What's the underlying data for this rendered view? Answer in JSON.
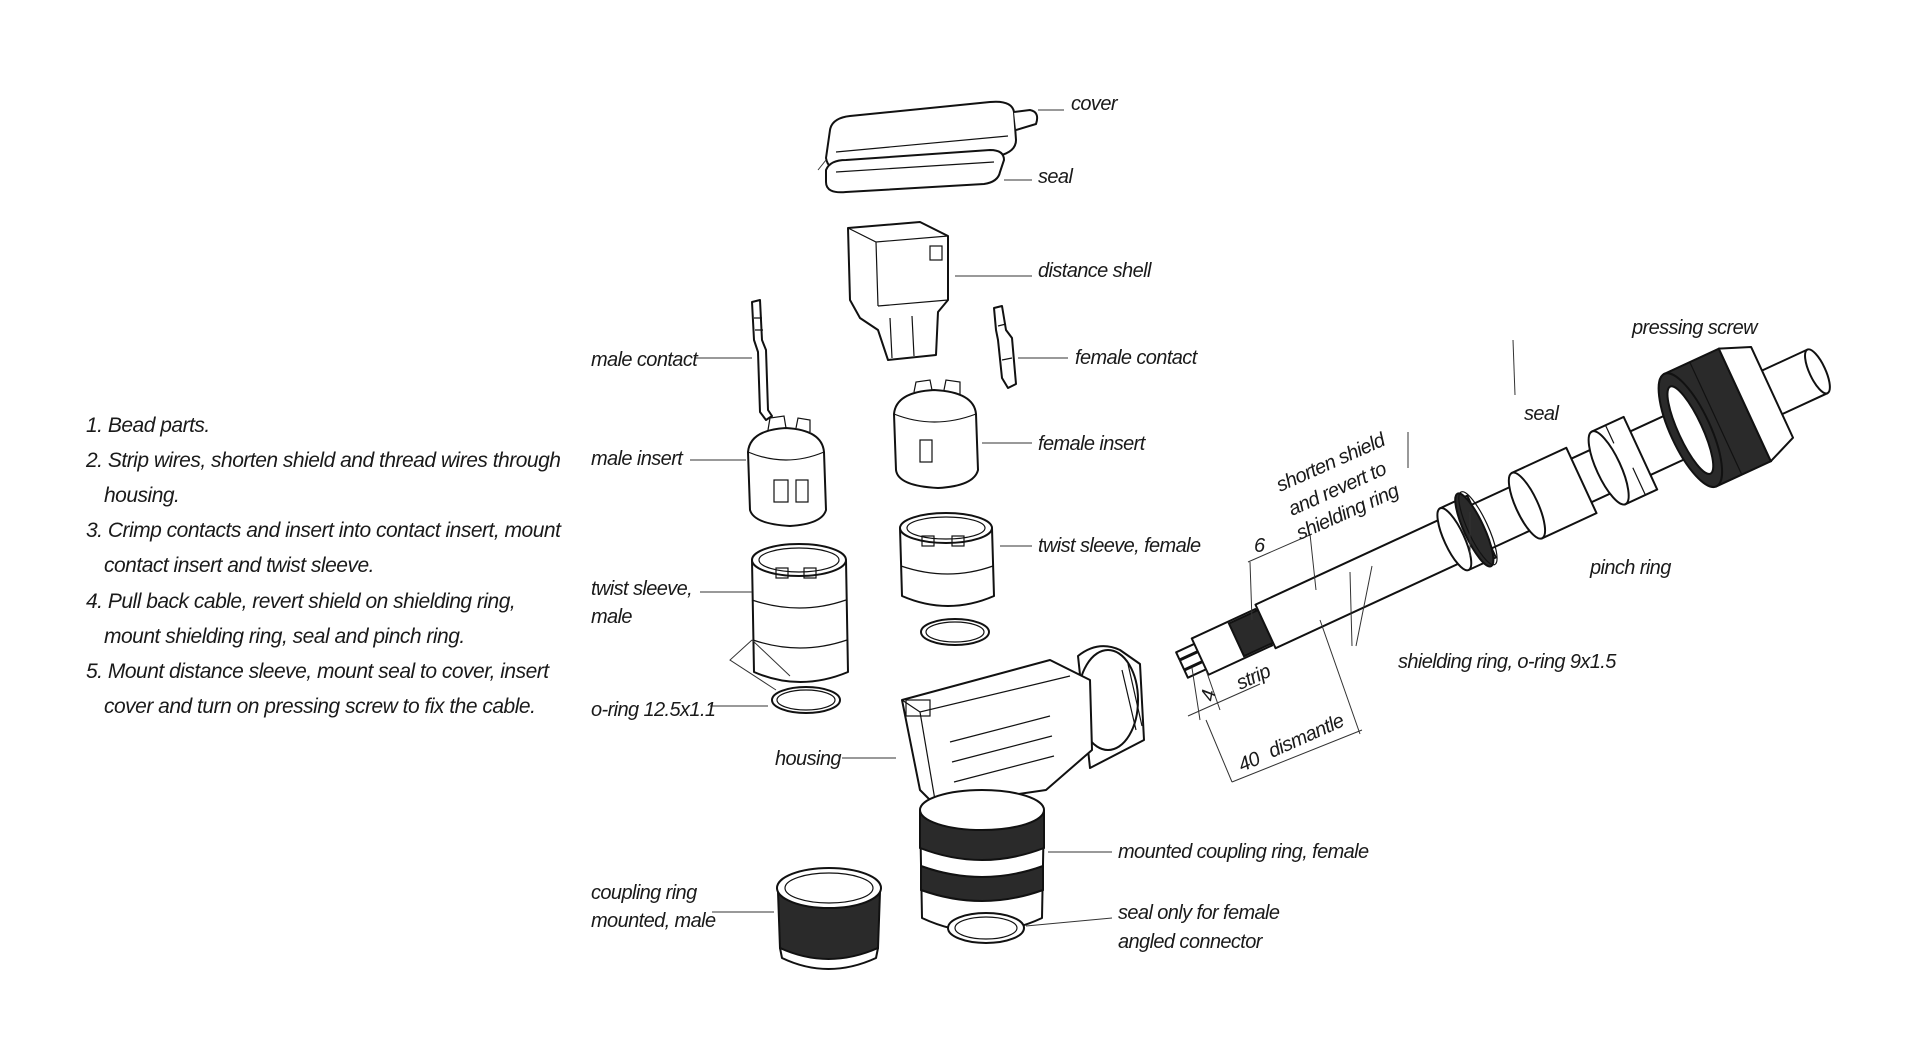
{
  "instructions": [
    {
      "lines": [
        "1. Bead parts."
      ]
    },
    {
      "lines": [
        "2. Strip wires, shorten shield and thread wires through",
        "housing."
      ]
    },
    {
      "lines": [
        "3. Crimp contacts and insert into contact insert, mount",
        "contact insert and twist sleeve."
      ]
    },
    {
      "lines": [
        "4. Pull back cable, revert shield on shielding ring,",
        "mount shielding ring, seal and pinch ring."
      ]
    },
    {
      "lines": [
        "5. Mount distance sleeve, mount seal to cover, insert",
        "cover and turn on pressing screw to fix the cable."
      ]
    }
  ],
  "labels": {
    "cover": "cover",
    "cover_seal": "seal",
    "distance_shell": "distance shell",
    "male_contact": "male contact",
    "female_contact": "female contact",
    "male_insert": "male insert",
    "female_insert": "female insert",
    "twist_sleeve_male": [
      "twist sleeve,",
      "male"
    ],
    "twist_sleeve_female": "twist sleeve, female",
    "o_ring": "o-ring 12.5x1.1",
    "housing": "housing",
    "mounted_coupling_ring_female": "mounted coupling ring, female",
    "coupling_ring_male": [
      "coupling ring",
      "mounted, male"
    ],
    "seal_female_angled": [
      "seal only for female",
      "angled connector"
    ],
    "pressing_screw": "pressing screw",
    "cable_seal": "seal",
    "pinch_ring": "pinch ring",
    "shielding_ring": "shielding ring, o-ring 9x1.5",
    "shorten_shield": [
      "shorten shield",
      "and revert to",
      "shielding ring"
    ]
  },
  "dimensions": {
    "shield": "6",
    "strip_value": "4",
    "strip_label": "strip",
    "dismantle_value": "40",
    "dismantle_label": "dismantle"
  }
}
